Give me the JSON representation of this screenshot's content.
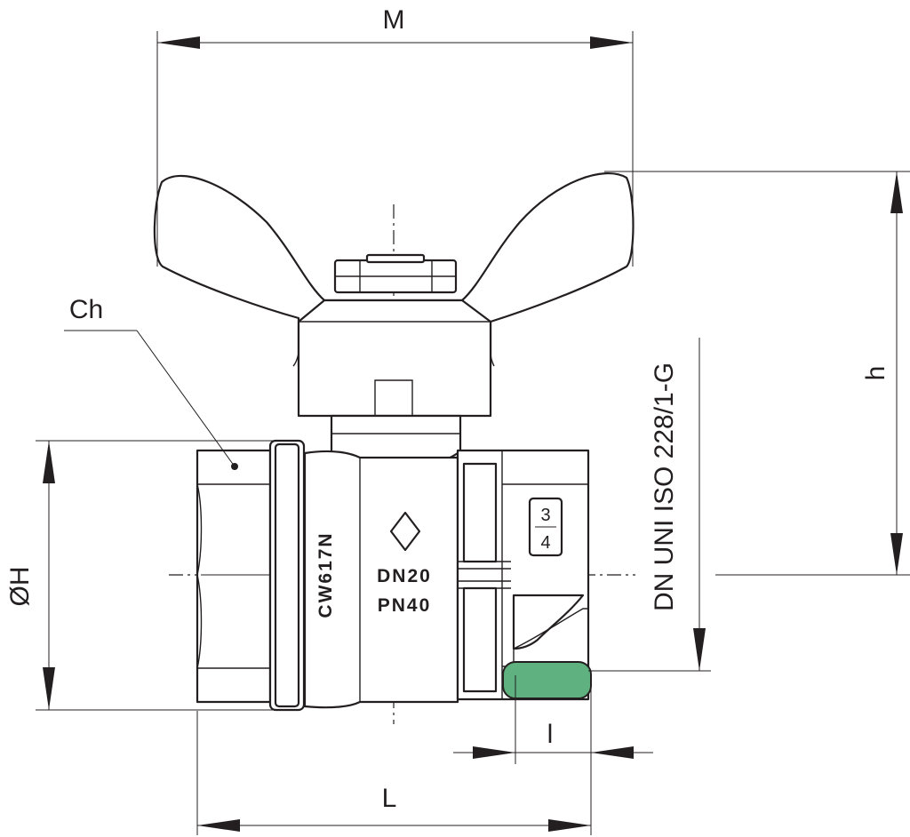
{
  "dimensions": {
    "M": "M",
    "h": "h",
    "OH": "ØH",
    "L": "L",
    "l": "l",
    "Ch": "Ch"
  },
  "body_markings": {
    "material": "CW617N",
    "nominal_diameter": "DN20",
    "nominal_pressure": "PN40",
    "size_numerator": "3",
    "size_denominator": "4"
  },
  "standard": "DN UNI ISO 228/1-G",
  "colors": {
    "ink": "#231f20",
    "thread_band": "#5fb27f"
  }
}
